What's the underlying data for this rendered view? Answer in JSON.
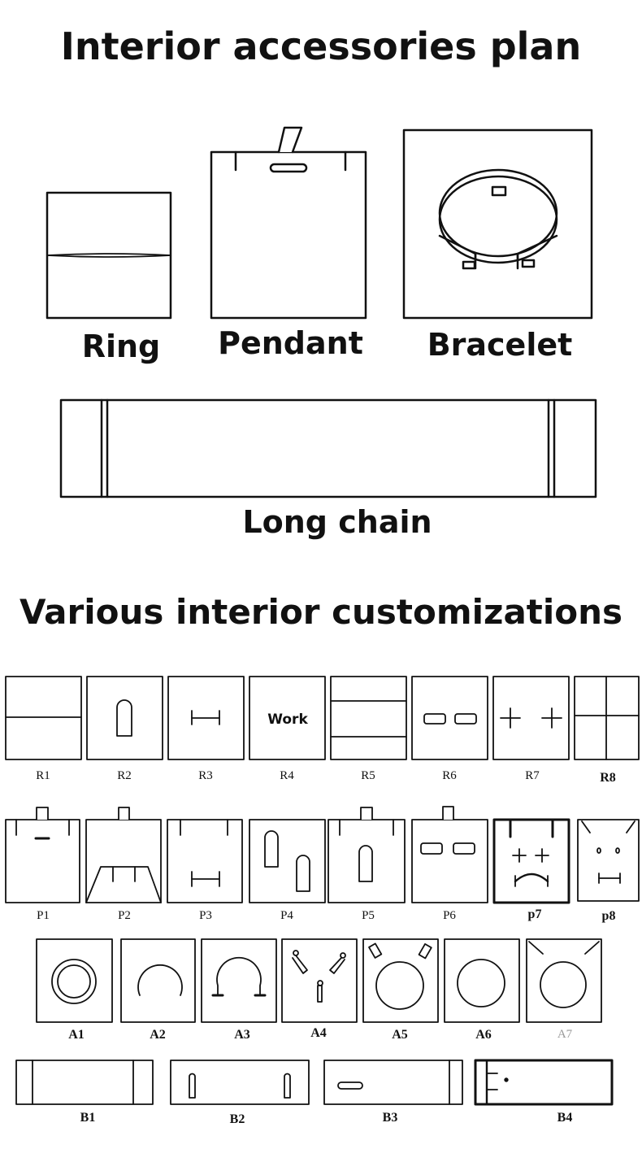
{
  "titles": {
    "main": "Interior accessories plan",
    "custom": "Various interior customizations"
  },
  "plan_labels": {
    "ring": "Ring",
    "pendant": "Pendant",
    "bracelet": "Bracelet",
    "long_chain": "Long chain"
  },
  "ring_row": [
    "R1",
    "R2",
    "R3",
    "R4",
    "R5",
    "R6",
    "R7",
    "R8"
  ],
  "ring_r4_text": "Work",
  "pendant_row": [
    "P1",
    "P2",
    "P3",
    "P4",
    "P5",
    "P6",
    "p7",
    "p8"
  ],
  "bangle_row": [
    "A1",
    "A2",
    "A3",
    "A4",
    "A5",
    "A6",
    "A7"
  ],
  "box_row": [
    "B1",
    "B2",
    "B3",
    "B4"
  ]
}
